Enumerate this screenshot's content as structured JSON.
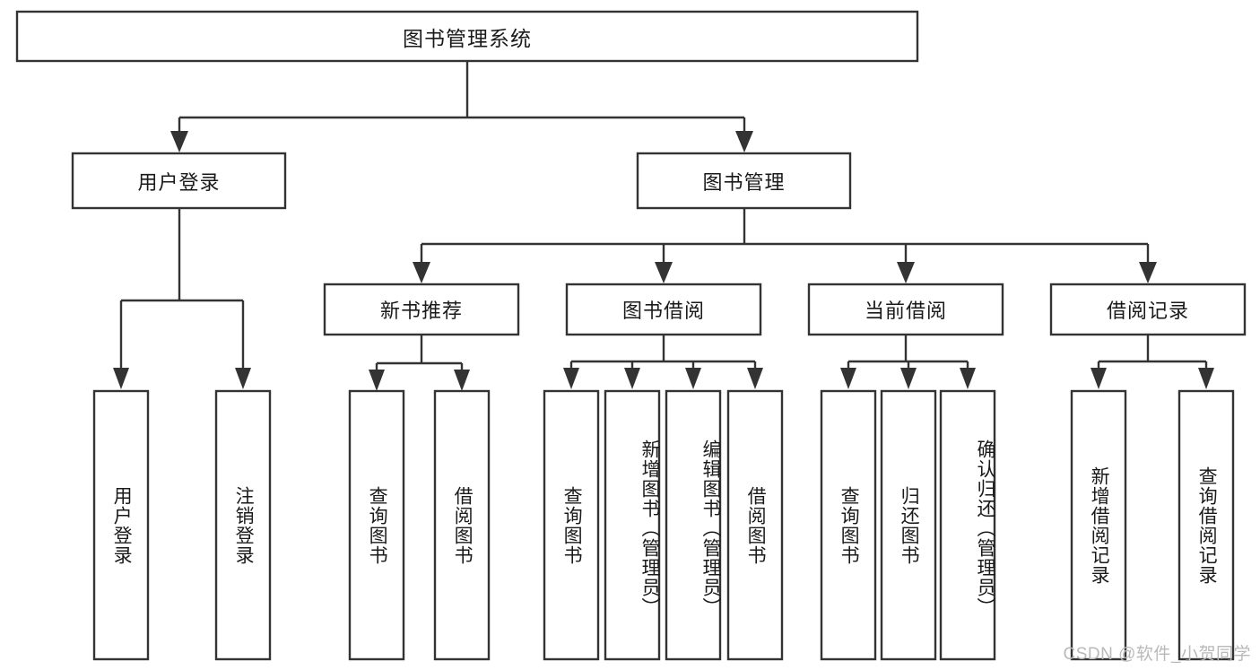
{
  "diagram": {
    "title": "图书管理系统",
    "type": "function-structure-tree",
    "colors": {
      "background": "#ffffff",
      "box_fill": "#ffffff",
      "box_stroke": "#333333",
      "text": "#1a1a1a",
      "watermark": "#b9b9b9"
    },
    "root": {
      "label": "图书管理系统"
    },
    "level2": [
      {
        "label": "用户登录"
      },
      {
        "label": "图书管理"
      }
    ],
    "level3": [
      {
        "label": "新书推荐"
      },
      {
        "label": "图书借阅"
      },
      {
        "label": "当前借阅"
      },
      {
        "label": "借阅记录"
      }
    ],
    "leaves": {
      "user_login": [
        {
          "label": "用户登录"
        },
        {
          "label": "注销登录"
        }
      ],
      "new_book_recommend": [
        {
          "label": "查询图书"
        },
        {
          "label": "借阅图书"
        }
      ],
      "book_borrow": [
        {
          "label": "查询图书"
        },
        {
          "label": "新增图书（管理员）"
        },
        {
          "label": "编辑图书（管理员）"
        },
        {
          "label": "借阅图书"
        }
      ],
      "current_borrow": [
        {
          "label": "查询图书"
        },
        {
          "label": "归还图书"
        },
        {
          "label": "确认归还（管理员）"
        }
      ],
      "borrow_record": [
        {
          "label": "新增借阅记录"
        },
        {
          "label": "查询借阅记录"
        }
      ]
    }
  },
  "watermark": {
    "text": "CSDN @软件_小贺同学"
  }
}
